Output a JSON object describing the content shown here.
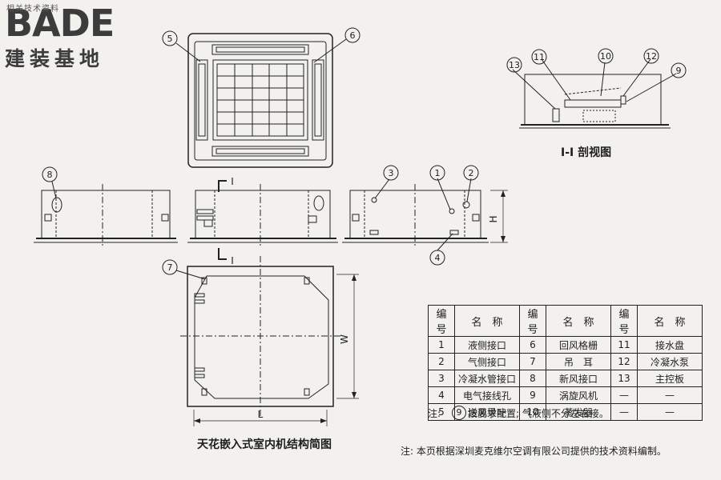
{
  "logo": {
    "watermark": "相关技术资料",
    "brand": "BADE",
    "brand_cn": "建装基地"
  },
  "section_title": "Ⅰ-Ⅰ 剖视图",
  "section_marks": [
    "Ⅰ",
    "Ⅰ"
  ],
  "dimension_labels": {
    "height": "H",
    "width": "W",
    "length": "L"
  },
  "callouts": [
    "1",
    "2",
    "3",
    "4",
    "5",
    "6",
    "7",
    "8",
    "9",
    "10",
    "11",
    "12",
    "13"
  ],
  "legend": {
    "headers": [
      "编号",
      "名　称",
      "编号",
      "名　称",
      "编号",
      "名　称"
    ],
    "rows": [
      [
        "1",
        "液侧接口",
        "6",
        "回风格栅",
        "11",
        "接水盘"
      ],
      [
        "2",
        "气侧接口",
        "7",
        "吊　耳",
        "12",
        "冷凝水泵"
      ],
      [
        "3",
        "冷凝水管接口",
        "8",
        "新风接口",
        "13",
        "主控板"
      ],
      [
        "4",
        "电气接线孔",
        "9",
        "涡旋风机",
        "—",
        "—"
      ],
      [
        "5",
        "送风导叶",
        "10",
        "蒸发器",
        "—",
        "—"
      ]
    ],
    "note_prefix": "注:",
    "note_circle": "9",
    "note_text": "按要求配置; 气液侧不分左右接。"
  },
  "main_caption": "天花嵌入式室内机结构简图",
  "footnote": "注: 本页根据深圳麦克维尔空调有限公司提供的技术资料编制。"
}
